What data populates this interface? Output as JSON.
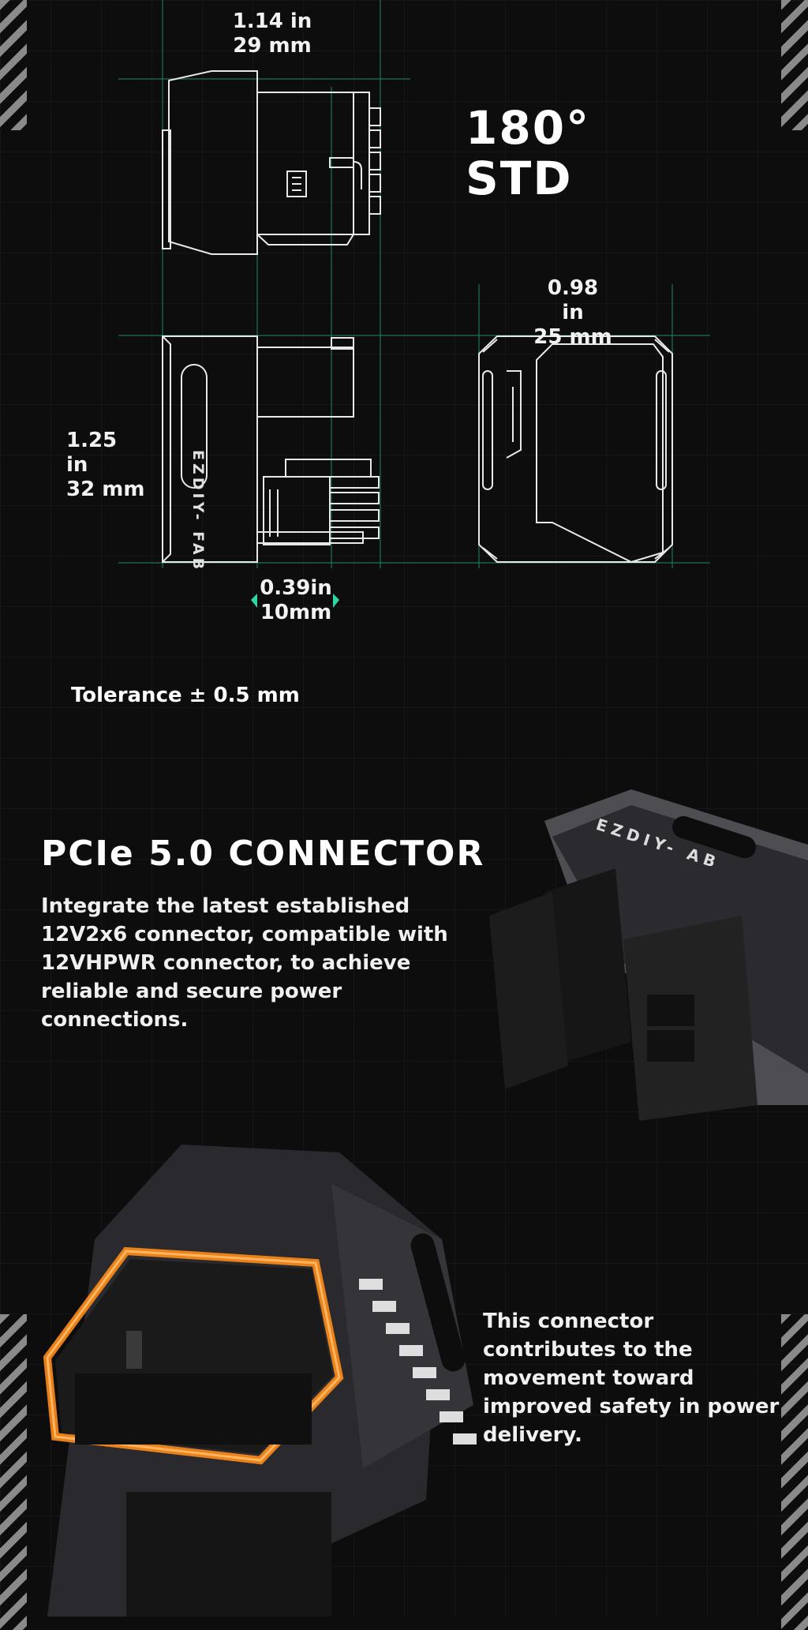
{
  "dimensions": {
    "width_in": "1.14 in",
    "width_mm": "29 mm",
    "side_in": "0.98 in",
    "side_mm": "25 mm",
    "height_in": "1.25 in",
    "height_mm": "32 mm",
    "offset_in": "0.39in",
    "offset_mm": "10mm"
  },
  "badge": {
    "angle": "180°",
    "type": "STD"
  },
  "tolerance": "Tolerance ± 0.5 mm",
  "brand_label": "EZDIY- FAB",
  "product_label": "EZDIY- AB",
  "feature": {
    "title": "PCIe 5.0 CONNECTOR",
    "description": "Integrate the latest established 12V2x6 connector, compatible with 12VHPWR connector, to achieve reliable and secure power connections."
  },
  "safety_text": "This connector contributes to the movement toward improved safety in power delivery.",
  "colors": {
    "accent": "#2fd6a5",
    "glow": "#ff8c1a",
    "background": "#0d0d0d"
  }
}
